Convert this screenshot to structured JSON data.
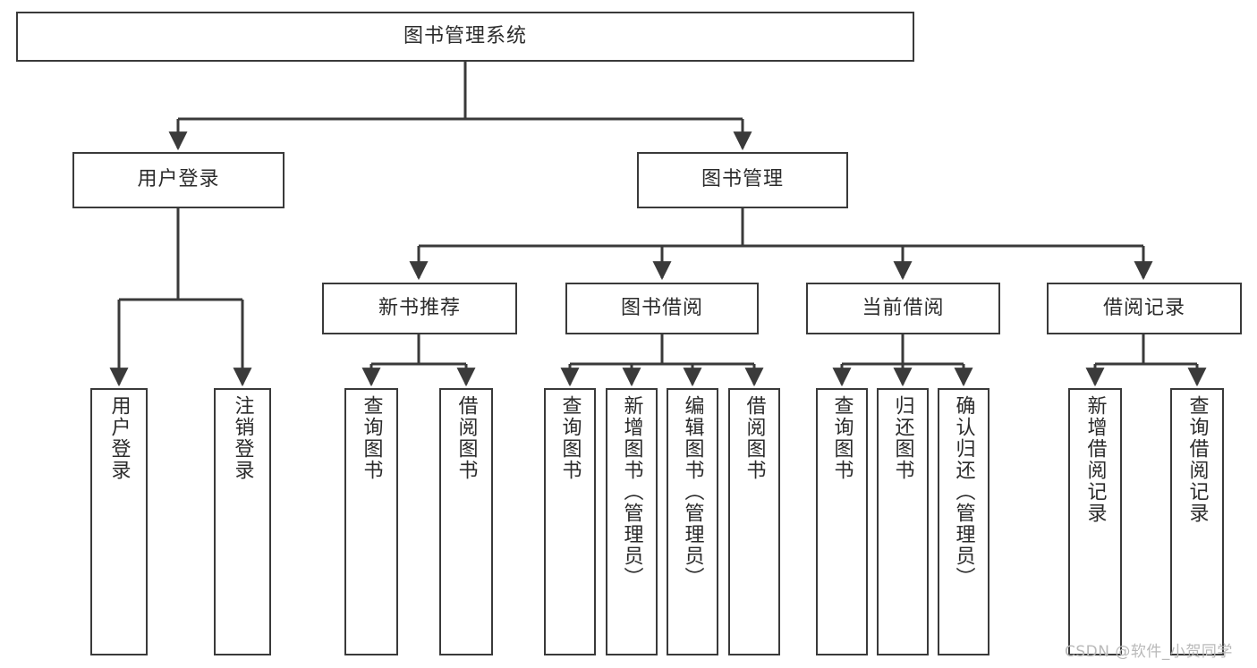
{
  "diagram": {
    "type": "tree-hierarchy-flowchart",
    "title": "图书管理系统",
    "root": {
      "id": "root",
      "label": "图书管理系统"
    },
    "level2": [
      {
        "id": "user-login",
        "label": "用户登录"
      },
      {
        "id": "book-management",
        "label": "图书管理"
      }
    ],
    "level3": [
      {
        "id": "new-book-recommend",
        "label": "新书推荐",
        "parent": "book-management"
      },
      {
        "id": "book-borrow",
        "label": "图书借阅",
        "parent": "book-management"
      },
      {
        "id": "current-borrow",
        "label": "当前借阅",
        "parent": "book-management"
      },
      {
        "id": "borrow-record",
        "label": "借阅记录",
        "parent": "book-management"
      }
    ],
    "leaves": [
      {
        "id": "leaf-user-login",
        "label": "用户登录",
        "parent": "user-login"
      },
      {
        "id": "leaf-logout-login",
        "label": "注销登录",
        "parent": "user-login"
      },
      {
        "id": "leaf-query-book-1",
        "label": "查询图书",
        "parent": "new-book-recommend"
      },
      {
        "id": "leaf-borrow-book-1",
        "label": "借阅图书",
        "parent": "new-book-recommend"
      },
      {
        "id": "leaf-query-book-2",
        "label": "查询图书",
        "parent": "book-borrow"
      },
      {
        "id": "leaf-add-book",
        "label": "新增图书（管理员）",
        "parent": "book-borrow"
      },
      {
        "id": "leaf-edit-book",
        "label": "编辑图书（管理员）",
        "parent": "book-borrow"
      },
      {
        "id": "leaf-borrow-book-2",
        "label": "借阅图书",
        "parent": "book-borrow"
      },
      {
        "id": "leaf-query-book-3",
        "label": "查询图书",
        "parent": "current-borrow"
      },
      {
        "id": "leaf-return-book",
        "label": "归还图书",
        "parent": "current-borrow"
      },
      {
        "id": "leaf-confirm-return",
        "label": "确认归还（管理员）",
        "parent": "current-borrow"
      },
      {
        "id": "leaf-add-record",
        "label": "新增借阅记录",
        "parent": "borrow-record"
      },
      {
        "id": "leaf-query-record",
        "label": "查询借阅记录",
        "parent": "borrow-record"
      }
    ],
    "colors": {
      "stroke": "#3a3a3a",
      "text": "#2b2b2b",
      "background": "#ffffff",
      "watermark": "#b9b9b9"
    }
  },
  "watermark": {
    "text": "CSDN @软件_小贺同学"
  }
}
